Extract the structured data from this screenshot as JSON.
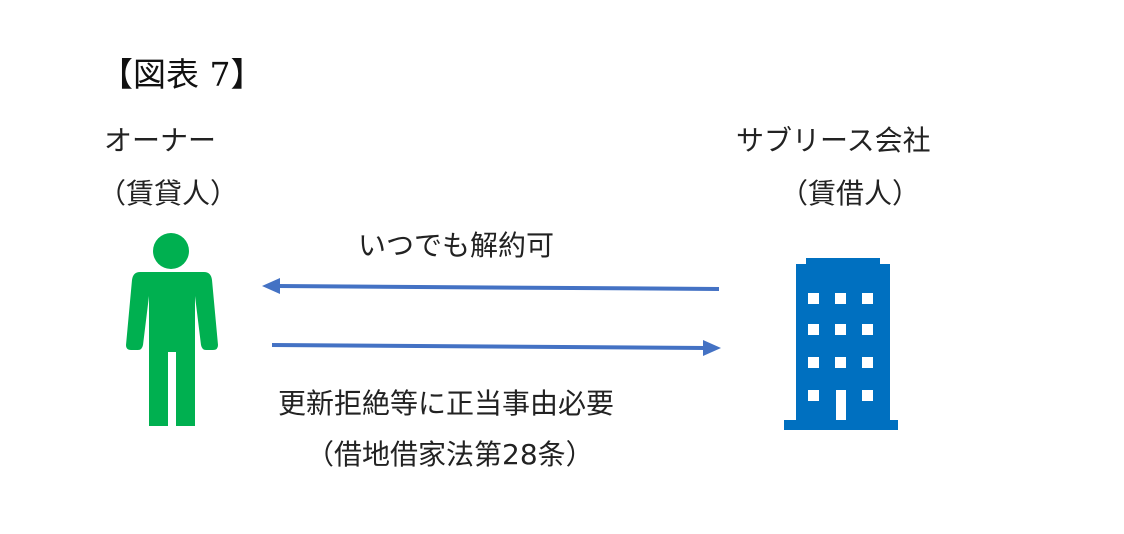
{
  "figure_label": "【図表 7】",
  "owner": {
    "name": "オーナー",
    "role": "（賃貸人）",
    "icon": "person-icon",
    "color": "#00b050"
  },
  "company": {
    "name": "サブリース会社",
    "role": "（賃借人）",
    "icon": "office-building-icon",
    "color": "#0070c0"
  },
  "arrows": {
    "color": "#4472c4",
    "company_to_owner": {
      "label": "いつでも解約可"
    },
    "owner_to_company": {
      "label_line1": "更新拒絶等に正当事由必要",
      "label_line2": "（借地借家法第28条）"
    }
  }
}
